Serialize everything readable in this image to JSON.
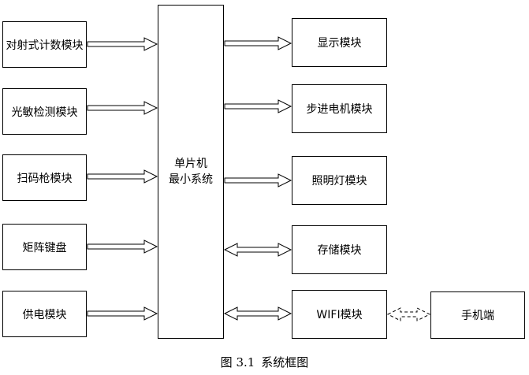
{
  "diagram": {
    "left_modules": [
      {
        "id": "duishe",
        "label": "对射式计数模块"
      },
      {
        "id": "guangmin",
        "label": "光敏检测模块"
      },
      {
        "id": "saoma",
        "label": "扫码枪模块"
      },
      {
        "id": "juzhen",
        "label": "矩阵键盘"
      },
      {
        "id": "gongdian",
        "label": "供电模块"
      }
    ],
    "mcu": {
      "line1": "单片机",
      "line2": "最小系统"
    },
    "right_modules": [
      {
        "id": "xianshi",
        "label": "显示模块",
        "direction": "out"
      },
      {
        "id": "bujin",
        "label": "步进电机模块",
        "direction": "out"
      },
      {
        "id": "zhaoming",
        "label": "照明灯模块",
        "direction": "out"
      },
      {
        "id": "cunchu",
        "label": "存储模块",
        "direction": "both"
      },
      {
        "id": "wifi",
        "label": "WIFI模块",
        "direction": "both"
      }
    ],
    "phone": {
      "label": "手机端",
      "link": "wireless-dashed-bidirectional"
    }
  },
  "caption": {
    "number": "图 3.1",
    "title": "系统框图"
  }
}
